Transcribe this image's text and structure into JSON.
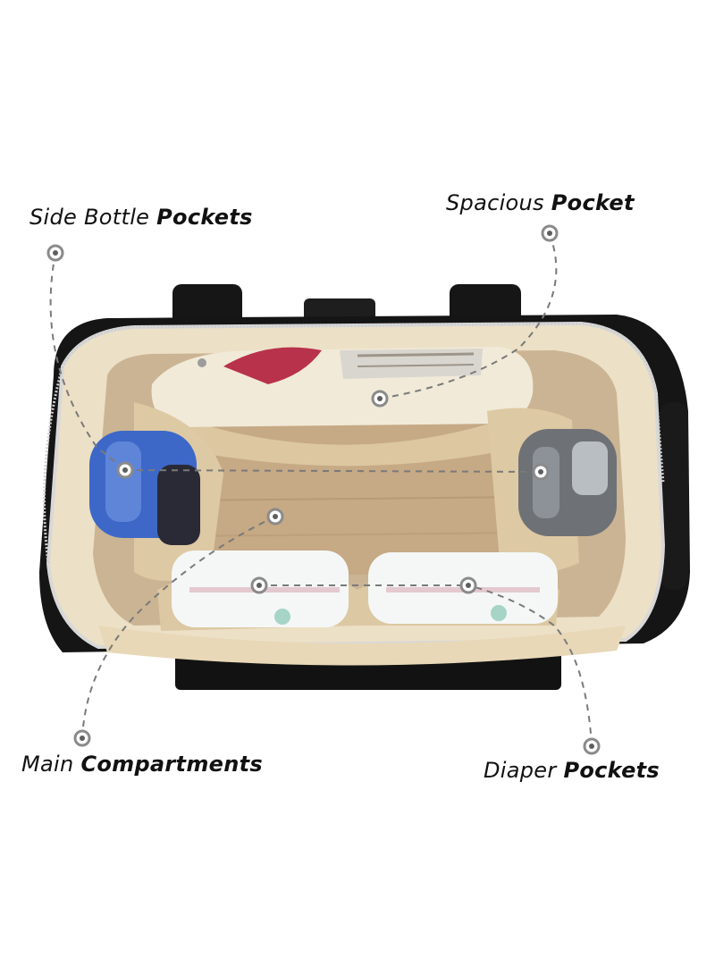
{
  "callouts": {
    "side_bottle": {
      "prefix": "Side Bottle",
      "emphasis": "Pockets"
    },
    "spacious": {
      "prefix": "Spacious",
      "emphasis": "Pocket"
    },
    "main": {
      "prefix": "Main",
      "emphasis": "Compartments"
    },
    "diaper": {
      "prefix": "Diaper",
      "emphasis": "Pockets"
    }
  },
  "colors": {
    "background": "#ffffff",
    "bag_body": "#141414",
    "lining": "#e9dcc0",
    "interior": "#cdb594",
    "bottle_blue": "#3d68c8",
    "bottle_grey": "#6e7276",
    "leader_line": "#7a7a7a"
  },
  "icons": [
    "diaper-bag-photo",
    "baby-bottle",
    "folded-diapers",
    "baby-clothes"
  ]
}
